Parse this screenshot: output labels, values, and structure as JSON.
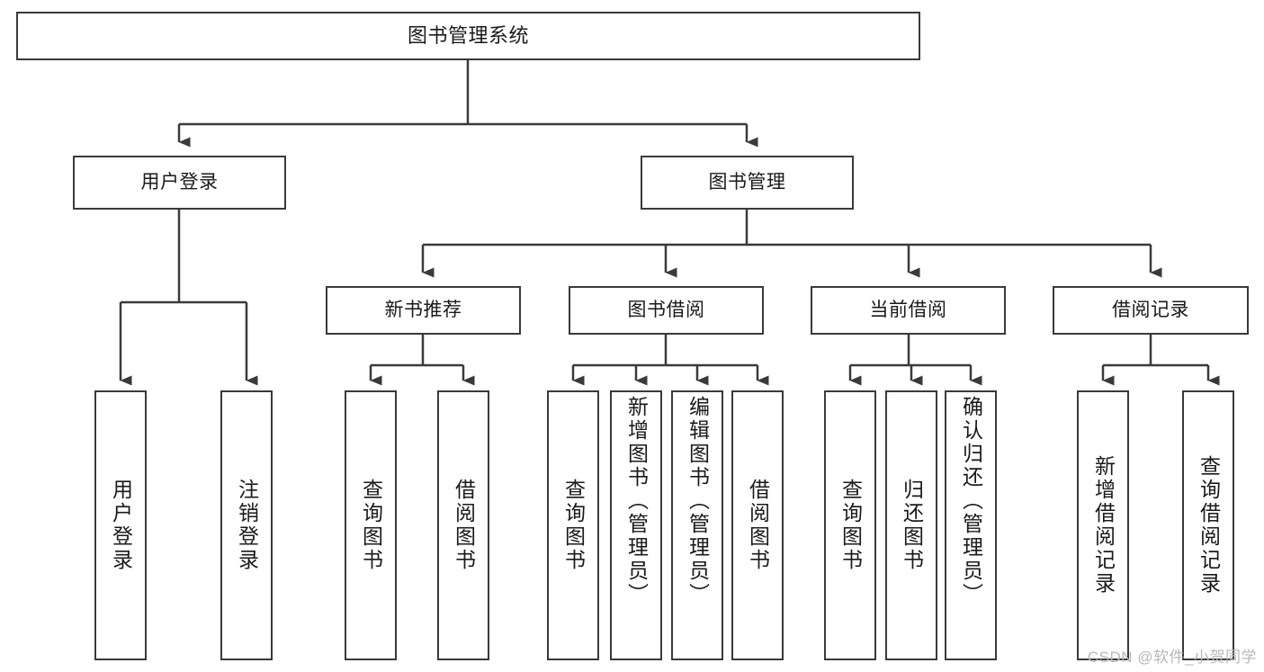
{
  "diagram": {
    "title": "图书管理系统",
    "type": "tree",
    "orientation": "top-down",
    "colors": {
      "stroke": "#3a3a3a",
      "fill": "#ffffff",
      "text": "#1a1a1a",
      "watermark": "#b8b8b8"
    },
    "root": {
      "label": "图书管理系统"
    },
    "level1": [
      {
        "label": "用户登录"
      },
      {
        "label": "图书管理"
      }
    ],
    "level2": [
      {
        "label": "新书推荐"
      },
      {
        "label": "图书借阅"
      },
      {
        "label": "当前借阅"
      },
      {
        "label": "借阅记录"
      }
    ],
    "leaves": {
      "user_login": [
        {
          "label": "用户登录"
        },
        {
          "label": "注销登录"
        }
      ],
      "new_book_recommend": [
        {
          "label": "查询图书"
        },
        {
          "label": "借阅图书"
        }
      ],
      "book_borrow": [
        {
          "label": "查询图书"
        },
        {
          "label": "新增图书（管理员）"
        },
        {
          "label": "编辑图书（管理员）"
        },
        {
          "label": "借阅图书"
        }
      ],
      "current_borrow": [
        {
          "label": "查询图书"
        },
        {
          "label": "归还图书"
        },
        {
          "label": "确认归还（管理员）"
        }
      ],
      "borrow_record": [
        {
          "label": "新增借阅记录"
        },
        {
          "label": "查询借阅记录"
        }
      ]
    }
  },
  "watermark": {
    "text": "CSDN @软件_小贺同学"
  }
}
